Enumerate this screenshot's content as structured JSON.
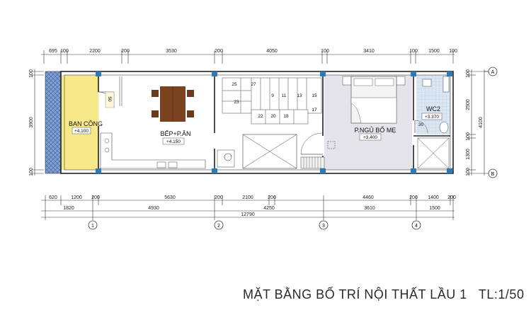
{
  "plan": {
    "title": "MẶT BẰNG BỐ TRÍ NỘI THẤT LẦU 1   TL:1/50",
    "top_dims": [
      "695",
      "100",
      "2200",
      "200",
      "3530",
      "200",
      "4050",
      "100",
      "3410",
      "100",
      "1500",
      "100"
    ],
    "bottom_dims_row1": [
      "620",
      "1200",
      "200",
      "5630",
      "200",
      "2100",
      "200",
      "4460",
      "200",
      "1400",
      "200"
    ],
    "bottom_dims_row2": [
      "1820",
      "4930",
      "4250",
      "3610",
      "1500"
    ],
    "total_dim": "12790",
    "left_dims": [
      "100",
      "3900",
      "100"
    ],
    "right_dims_row1": [
      "100",
      "2500",
      "100",
      "1300",
      "100"
    ],
    "right_dims_row2": "4100",
    "axis_x": [
      "1",
      "2",
      "3",
      "4"
    ],
    "axis_y": [
      "A",
      "B"
    ],
    "rooms": {
      "balcony": {
        "name": "BAN CÔNG",
        "level": "+4.100"
      },
      "kitchen": {
        "name": "BẾP+P.ĂN",
        "level": "+4.150"
      },
      "bedroom": {
        "name": "P.NGỦ BỐ MẸ",
        "level": "+3.400"
      },
      "wc": {
        "name": "WC2",
        "level": "+3.370"
      }
    },
    "stairs_top": [
      "25",
      "27",
      "9",
      "11",
      "13",
      "15"
    ],
    "stairs_mid": [
      "23",
      "17"
    ],
    "stairs_low": [
      "22",
      "20",
      "18"
    ],
    "door_labels": [
      "50",
      "30"
    ]
  }
}
